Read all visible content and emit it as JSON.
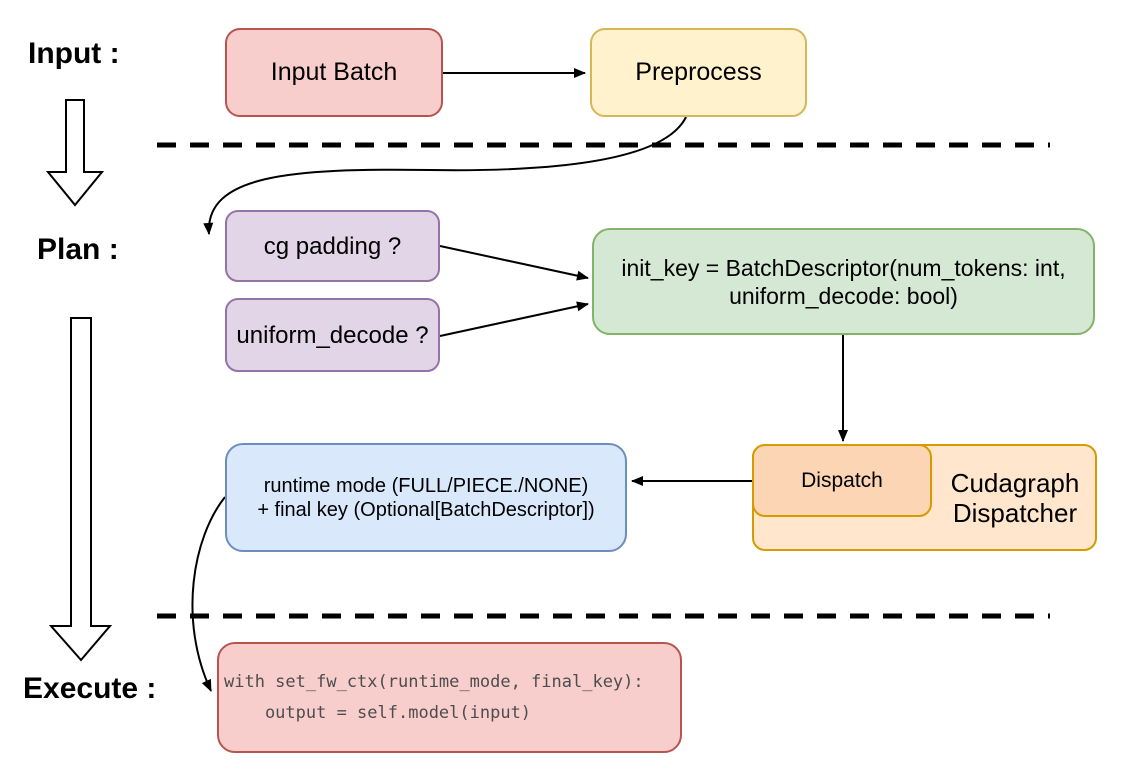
{
  "stage_labels": {
    "input": "Input :",
    "plan": "Plan :",
    "execute": "Execute :"
  },
  "nodes": {
    "input_batch": {
      "label": "Input Batch"
    },
    "preprocess": {
      "label": "Preprocess"
    },
    "cg_padding": {
      "label": "cg padding ?"
    },
    "uniform_decode": {
      "label": "uniform_decode ?"
    },
    "init_key": {
      "line1": "init_key = BatchDescriptor(num_tokens: int,",
      "line2": "uniform_decode: bool)"
    },
    "dispatch": {
      "label": "Dispatch"
    },
    "dispatcher": {
      "label": "Cudagraph Dispatcher"
    },
    "runtime_mode": {
      "line1": "runtime mode (FULL/PIECE./NONE)",
      "line2": "+ final key (Optional[BatchDescriptor])"
    },
    "execute_code": {
      "line1": "with set_fw_ctx(runtime_mode, final_key):",
      "line2": "    output = self.model(input)"
    }
  },
  "colors": {
    "red_fill": "#f8cecc",
    "red_stroke": "#b85450",
    "yellow_fill": "#fff2cc",
    "yellow_stroke": "#d6b656",
    "purple_fill": "#e1d5e7",
    "purple_stroke": "#9673a6",
    "green_fill": "#d5e8d4",
    "green_stroke": "#82b366",
    "blue_fill": "#dae8fc",
    "blue_stroke": "#6c8ebf",
    "orange_fill": "#ffe6cc",
    "orange_inner_fill": "#fcd5b5",
    "orange_stroke": "#d79b00",
    "arrow": "#000000",
    "code_text": "#4d4d4d"
  }
}
